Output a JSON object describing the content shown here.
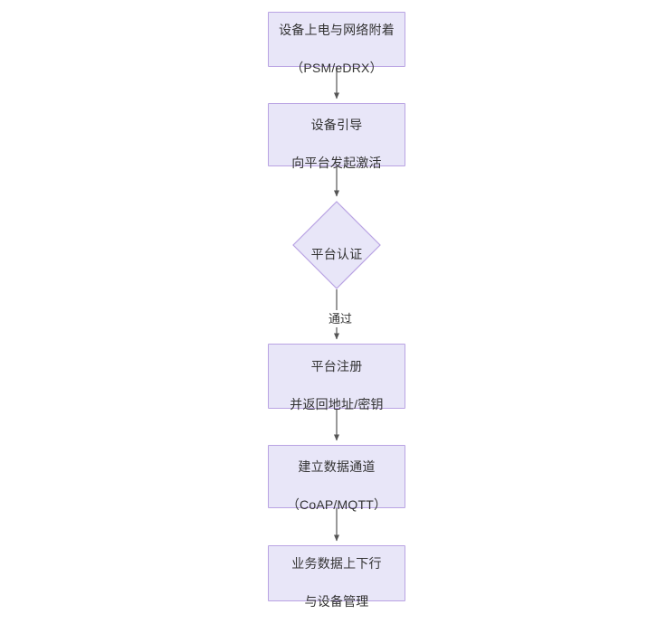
{
  "diagram": {
    "type": "flowchart",
    "orientation": "top-to-bottom",
    "title": "",
    "colors": {
      "node_fill": "#e8e6f8",
      "node_border": "#b9a3e3",
      "text": "#333333",
      "connector": "#555555",
      "background": "#ffffff"
    },
    "nodes": [
      {
        "id": "n1",
        "shape": "rectangle",
        "label": "设备上电与网络附着\n（PSM/eDRX）",
        "line1": "设备上电与网络附着",
        "line2": "（PSM/eDRX）"
      },
      {
        "id": "n2",
        "shape": "rectangle",
        "label": "设备引导\n向平台发起激活",
        "line1": "设备引导",
        "line2": "向平台发起激活"
      },
      {
        "id": "n3",
        "shape": "diamond",
        "label": "平台认证",
        "line1": "平台认证",
        "line2": ""
      },
      {
        "id": "n4",
        "shape": "rectangle",
        "label": "平台注册\n并返回地址/密钥",
        "line1": "平台注册",
        "line2": "并返回地址/密钥"
      },
      {
        "id": "n5",
        "shape": "rectangle",
        "label": "建立数据通道\n（CoAP/MQTT）",
        "line1": "建立数据通道",
        "line2": "（CoAP/MQTT）"
      },
      {
        "id": "n6",
        "shape": "rectangle",
        "label": "业务数据上下行\n与设备管理",
        "line1": "业务数据上下行",
        "line2": "与设备管理"
      }
    ],
    "edges": [
      {
        "id": "e1",
        "from": "n1",
        "to": "n2",
        "label": ""
      },
      {
        "id": "e2",
        "from": "n2",
        "to": "n3",
        "label": ""
      },
      {
        "id": "e3",
        "from": "n3",
        "to": "n4",
        "label": "通过"
      },
      {
        "id": "e4",
        "from": "n4",
        "to": "n5",
        "label": ""
      },
      {
        "id": "e5",
        "from": "n5",
        "to": "n6",
        "label": ""
      }
    ]
  }
}
